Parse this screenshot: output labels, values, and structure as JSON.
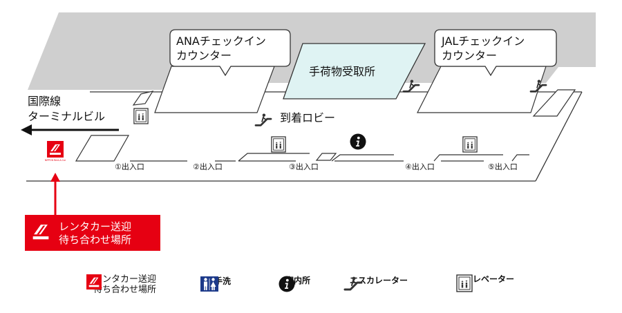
{
  "labels": {
    "ana_checkin": "ANAチェックイン\nカウンター",
    "jal_checkin": "JALチェックイン\nカウンター",
    "baggage_claim": "手荷物受取所",
    "arrival_lobby": "到着ロビー",
    "intl_terminal": "国際線\nターミナルビル"
  },
  "exits": [
    "①出入口",
    "②出入口",
    "③出入口",
    "④出入口",
    "⑤出入口"
  ],
  "rental_point": {
    "label": "レンタカー送迎\n待ち合わせ場所",
    "logo_text": "NIPPON Rent-A-Car"
  },
  "legend": {
    "rental": "レンタカー送迎\n待ち合わせ場所",
    "restroom": "お手洗",
    "info": "案内所",
    "escalator": "エスカレーター",
    "elevator": "エレベーター"
  },
  "colors": {
    "building_gray": "#cfcfcf",
    "baggage_fill": "#dff3f3",
    "accent_red": "#e60012",
    "restroom_blue": "#1d3a8a",
    "floor_line": "#333333"
  }
}
